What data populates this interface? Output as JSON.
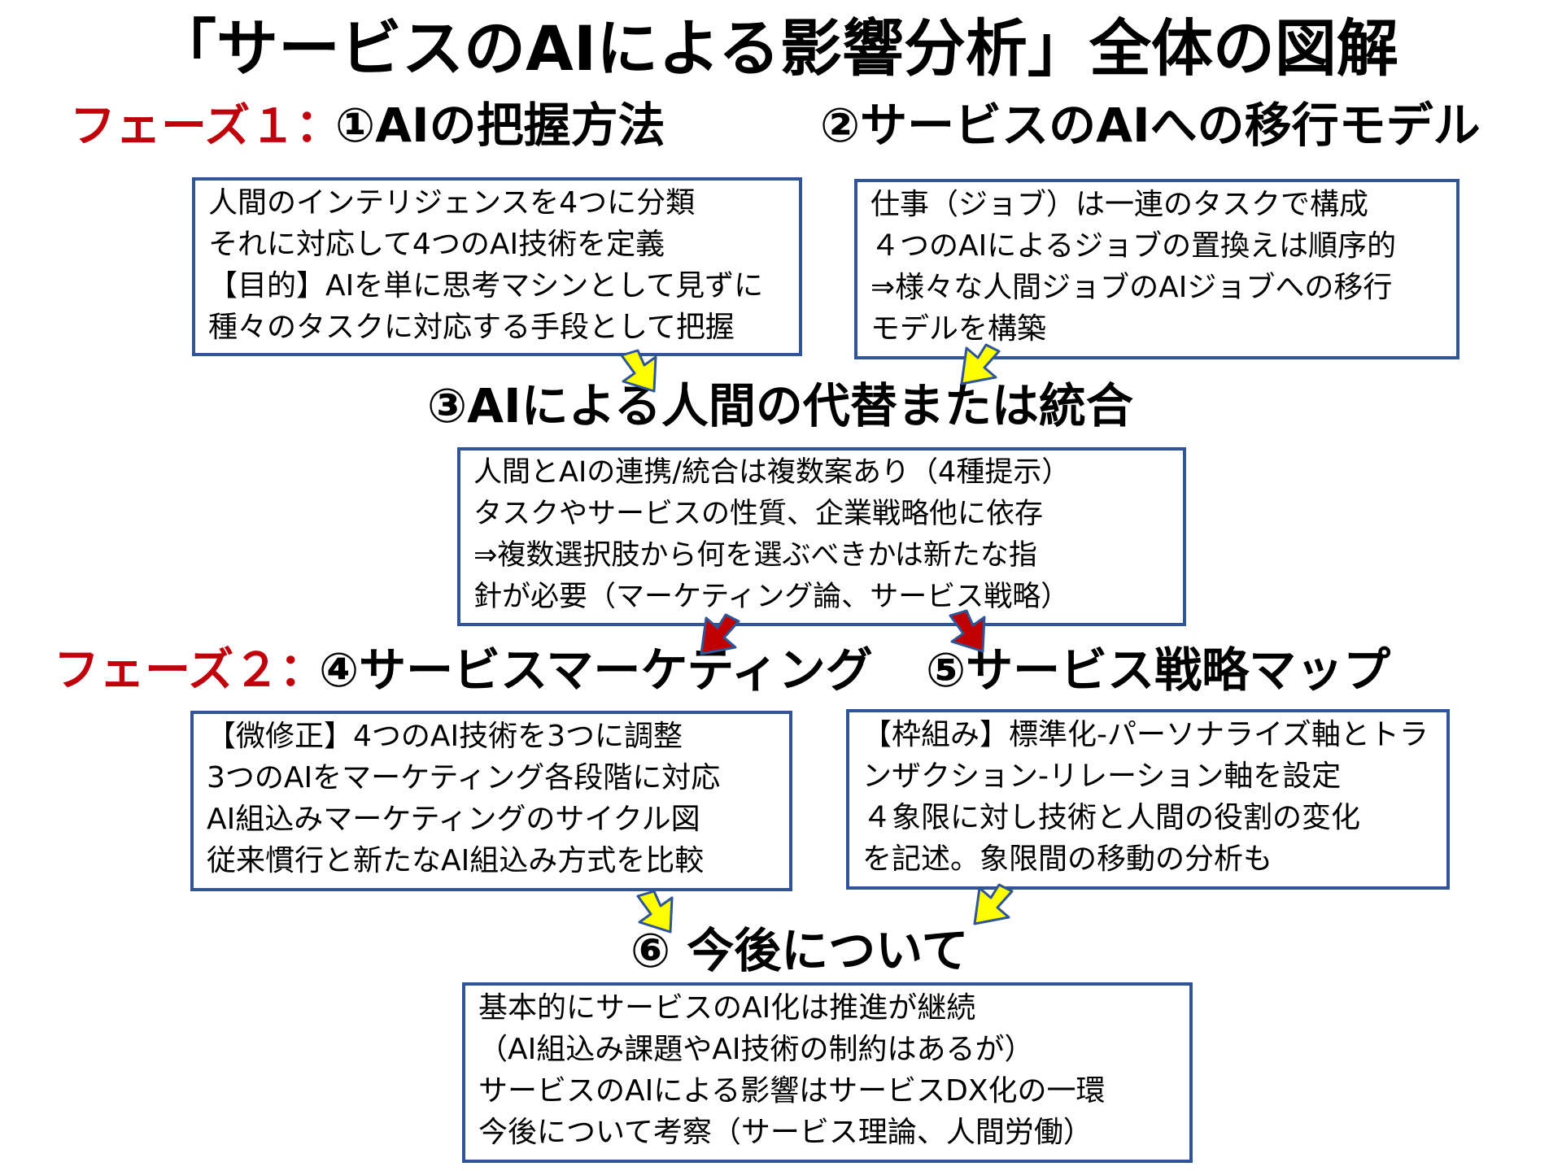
{
  "title": "「サービスのAIによる影響分析」全体の図解",
  "phase1": {
    "label": "フェーズ１：",
    "heading": "①AIの把握方法",
    "lines": [
      "人間のインテリジェンスを4つに分類",
      "それに対応して4つのAI技術を定義",
      "【目的】AIを単に思考マシンとして見ずに",
      "種々のタスクに対応する手段として把握"
    ]
  },
  "section2": {
    "heading": "②サービスのAIへの移行モデル",
    "lines": [
      "仕事（ジョブ）は一連のタスクで構成",
      "４つのAIによるジョブの置換えは順序的",
      "⇒様々な人間ジョブのAIジョブへの移行",
      "モデルを構築"
    ]
  },
  "section3": {
    "heading": "③AIによる人間の代替または統合",
    "lines": [
      "人間とAIの連携/統合は複数案あり（4種提示）",
      "タスクやサービスの性質、企業戦略他に依存",
      "⇒複数選択肢から何を選ぶべきかは新たな指",
      "針が必要（マーケティング論、サービス戦略）"
    ]
  },
  "phase2": {
    "label": "フェーズ２：",
    "heading": "④サービスマーケティング",
    "lines": [
      "【微修正】4つのAI技術を3つに調整",
      "3つのAIをマーケティング各段階に対応",
      "AI組込みマーケティングのサイクル図",
      "従来慣行と新たなAI組込み方式を比較"
    ]
  },
  "section5": {
    "heading": "⑤サービス戦略マップ",
    "lines": [
      "【枠組み】標準化-パーソナライズ軸とトラ",
      "ンザクション-リレーション軸を設定",
      "４象限に対し技術と人間の役割の変化",
      "を記述。象限間の移動の分析も"
    ]
  },
  "section6": {
    "heading": "⑥ 今後について",
    "lines": [
      "基本的にサービスのAI化は推進が継続",
      "（AI組込み課題やAI技術の制約はあるが）",
      "サービスのAIによる影響はサービスDX化の一環",
      "今後について考察（サービス理論、人間労働）"
    ]
  },
  "colors": {
    "phase_label": "#c0000b",
    "box_border": "#2f5597",
    "arrow_yellow": "#ffff00",
    "arrow_red": "#c00000",
    "arrow_outline": "#2f5597"
  }
}
